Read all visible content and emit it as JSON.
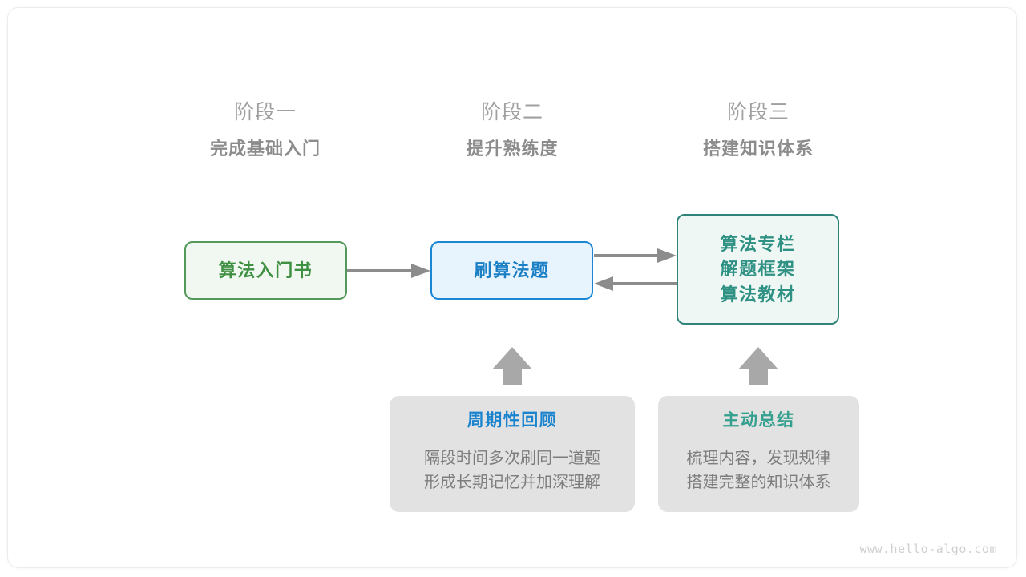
{
  "colors": {
    "green_border": "#52995a",
    "green_fill": "#f1f8f1",
    "green_text": "#3f9043",
    "blue_border": "#1b87d4",
    "blue_fill": "#e8f4fd",
    "blue_text": "#1b7fc6",
    "teal_border": "#2f8379",
    "teal_fill": "#eef7f4",
    "teal_text": "#2f9184",
    "card_bg": "#e2e2e2",
    "card_title_blue": "#1b84cf",
    "card_title_teal": "#35a08f",
    "body_gray": "#7d7d7d",
    "header_index_gray": "#a0a0a0",
    "header_title_gray": "#8c8c8c",
    "arrow_gray": "#8c8c8c",
    "block_arrow_gray": "#a8a8a8",
    "watermark_gray": "#cfcfcf"
  },
  "stages": [
    {
      "index": "阶段一",
      "title": "完成基础入门"
    },
    {
      "index": "阶段二",
      "title": "提升熟练度"
    },
    {
      "index": "阶段三",
      "title": "搭建知识体系"
    }
  ],
  "nodes": [
    {
      "id": "book",
      "lines": [
        "算法入门书"
      ],
      "style": "green"
    },
    {
      "id": "practice",
      "lines": [
        "刷算法题"
      ],
      "style": "blue"
    },
    {
      "id": "system",
      "lines": [
        "算法专栏",
        "解题框架",
        "算法教材"
      ],
      "style": "teal"
    }
  ],
  "cards": [
    {
      "id": "periodic-review",
      "title": "周期性回顾",
      "title_color": "blue",
      "body": [
        "隔段时间多次刷同一道题",
        "形成长期记忆并加深理解"
      ]
    },
    {
      "id": "active-summary",
      "title": "主动总结",
      "title_color": "teal",
      "body": [
        "梳理内容，发现规律",
        "搭建完整的知识体系"
      ]
    }
  ],
  "arrows": [
    {
      "id": "book-to-practice",
      "direction": "right"
    },
    {
      "id": "practice-to-system",
      "direction": "right"
    },
    {
      "id": "system-to-practice",
      "direction": "left"
    },
    {
      "id": "review-to-practice",
      "direction": "up"
    },
    {
      "id": "summary-to-system",
      "direction": "up"
    }
  ],
  "watermark": "www.hello-algo.com"
}
